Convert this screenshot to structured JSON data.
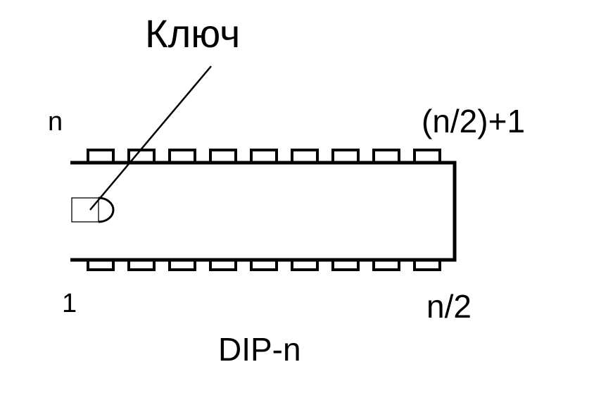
{
  "diagram": {
    "key_label": "Ключ",
    "top_left_pin": "n",
    "top_right_pin": "(n/2)+1",
    "bottom_left_pin": "1",
    "bottom_right_pin": "n/2",
    "package_name": "DIP-n",
    "pins_per_side": 9,
    "color": "#000000"
  }
}
